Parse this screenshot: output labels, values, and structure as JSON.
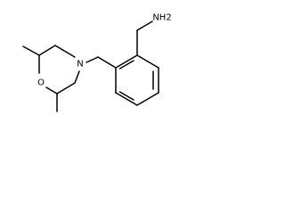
{
  "molecule": {
    "atoms": {
      "amine": "NH2",
      "ring_nitrogen": "N",
      "ring_oxygen": "O"
    },
    "colors": {
      "bond": "#000000",
      "background": "#ffffff"
    }
  }
}
